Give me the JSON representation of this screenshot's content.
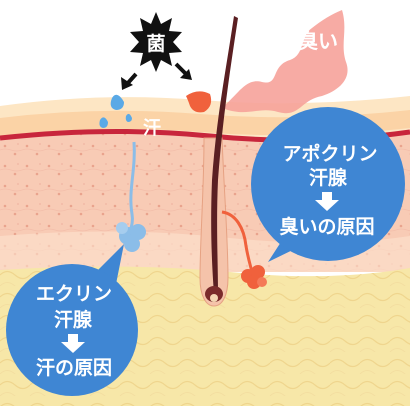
{
  "labels": {
    "bacteria": "菌",
    "smell": "臭い",
    "sweat": "汗"
  },
  "apocrine_bubble": {
    "line1": "アポクリン",
    "line2": "汗腺",
    "line3": "臭いの原因"
  },
  "eccrine_bubble": {
    "line1": "エクリン",
    "line2": "汗腺",
    "line3": "汗の原因"
  },
  "colors": {
    "bubble_blue": "#3f86d3",
    "epidermis_cream": "#fde6c4",
    "dermis_pink": "#f8cbb5",
    "basal_red": "#c8263c",
    "subcutis_yellow": "#f7e7a8",
    "hair": "#5a1f22",
    "apocrine_gland": "#f0613c",
    "eccrine_gland": "#8bbde8",
    "smell_wave": "#f6a29a",
    "bacteria_black": "#111111"
  },
  "icons": {
    "bacteria": "bacteria-burst-icon",
    "sweat_drop": "sweat-drop-icon",
    "smell_drop": "smell-drop-icon",
    "arrow_down": "arrow-down-icon"
  }
}
